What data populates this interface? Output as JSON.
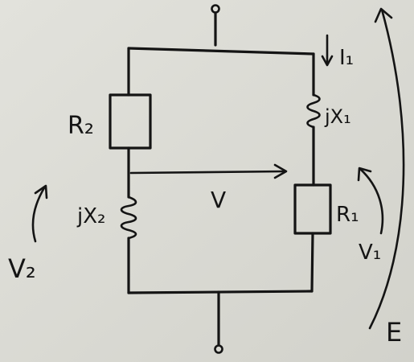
{
  "labels": {
    "r2": "R₂",
    "jx2": "jX₂",
    "v": "V",
    "i1": "I₁",
    "jx1": "jX₁",
    "r1": "R₁",
    "v2": "V₂",
    "v1": "V₁",
    "e": "E"
  },
  "colors": {
    "paper": "#dcdcd6",
    "ink": "#141414"
  }
}
